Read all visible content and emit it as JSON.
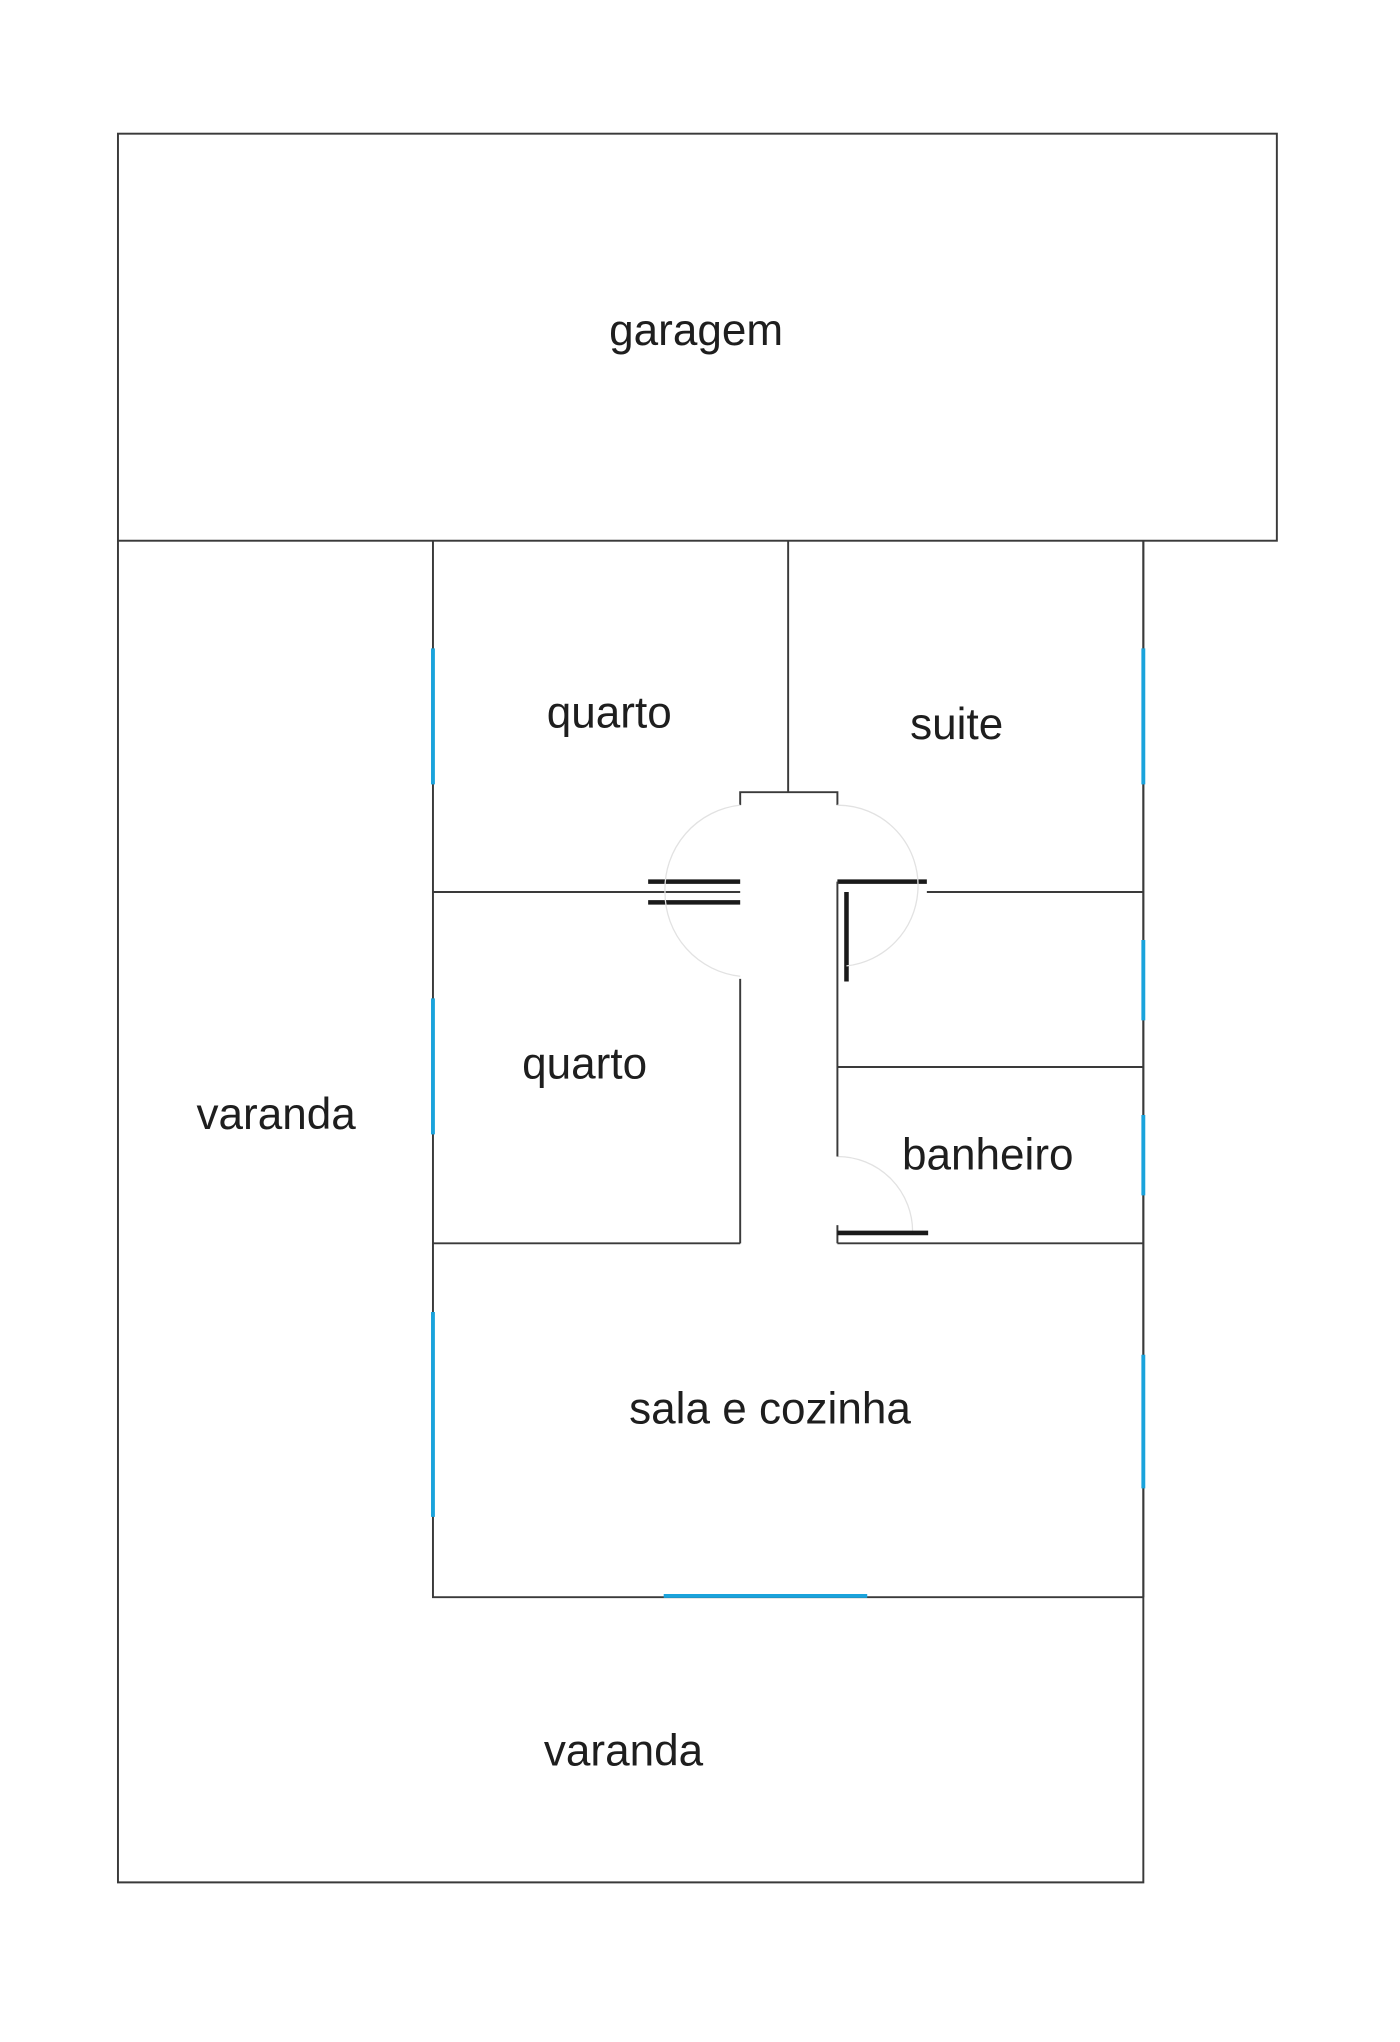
{
  "plan": {
    "colors": {
      "wall": "#3a3a3a",
      "window": "#1aa3dc",
      "door_leaf": "#1a1a1a",
      "background": "#ffffff"
    },
    "rooms": [
      {
        "id": "garagem",
        "label": "garagem"
      },
      {
        "id": "quarto_1",
        "label": "quarto"
      },
      {
        "id": "suite",
        "label": "suite"
      },
      {
        "id": "quarto_2",
        "label": "quarto"
      },
      {
        "id": "varanda_lateral",
        "label": "varanda"
      },
      {
        "id": "banheiro",
        "label": "banheiro"
      },
      {
        "id": "sala_cozinha",
        "label": "sala e cozinha"
      },
      {
        "id": "varanda_frente",
        "label": "varanda"
      }
    ]
  }
}
